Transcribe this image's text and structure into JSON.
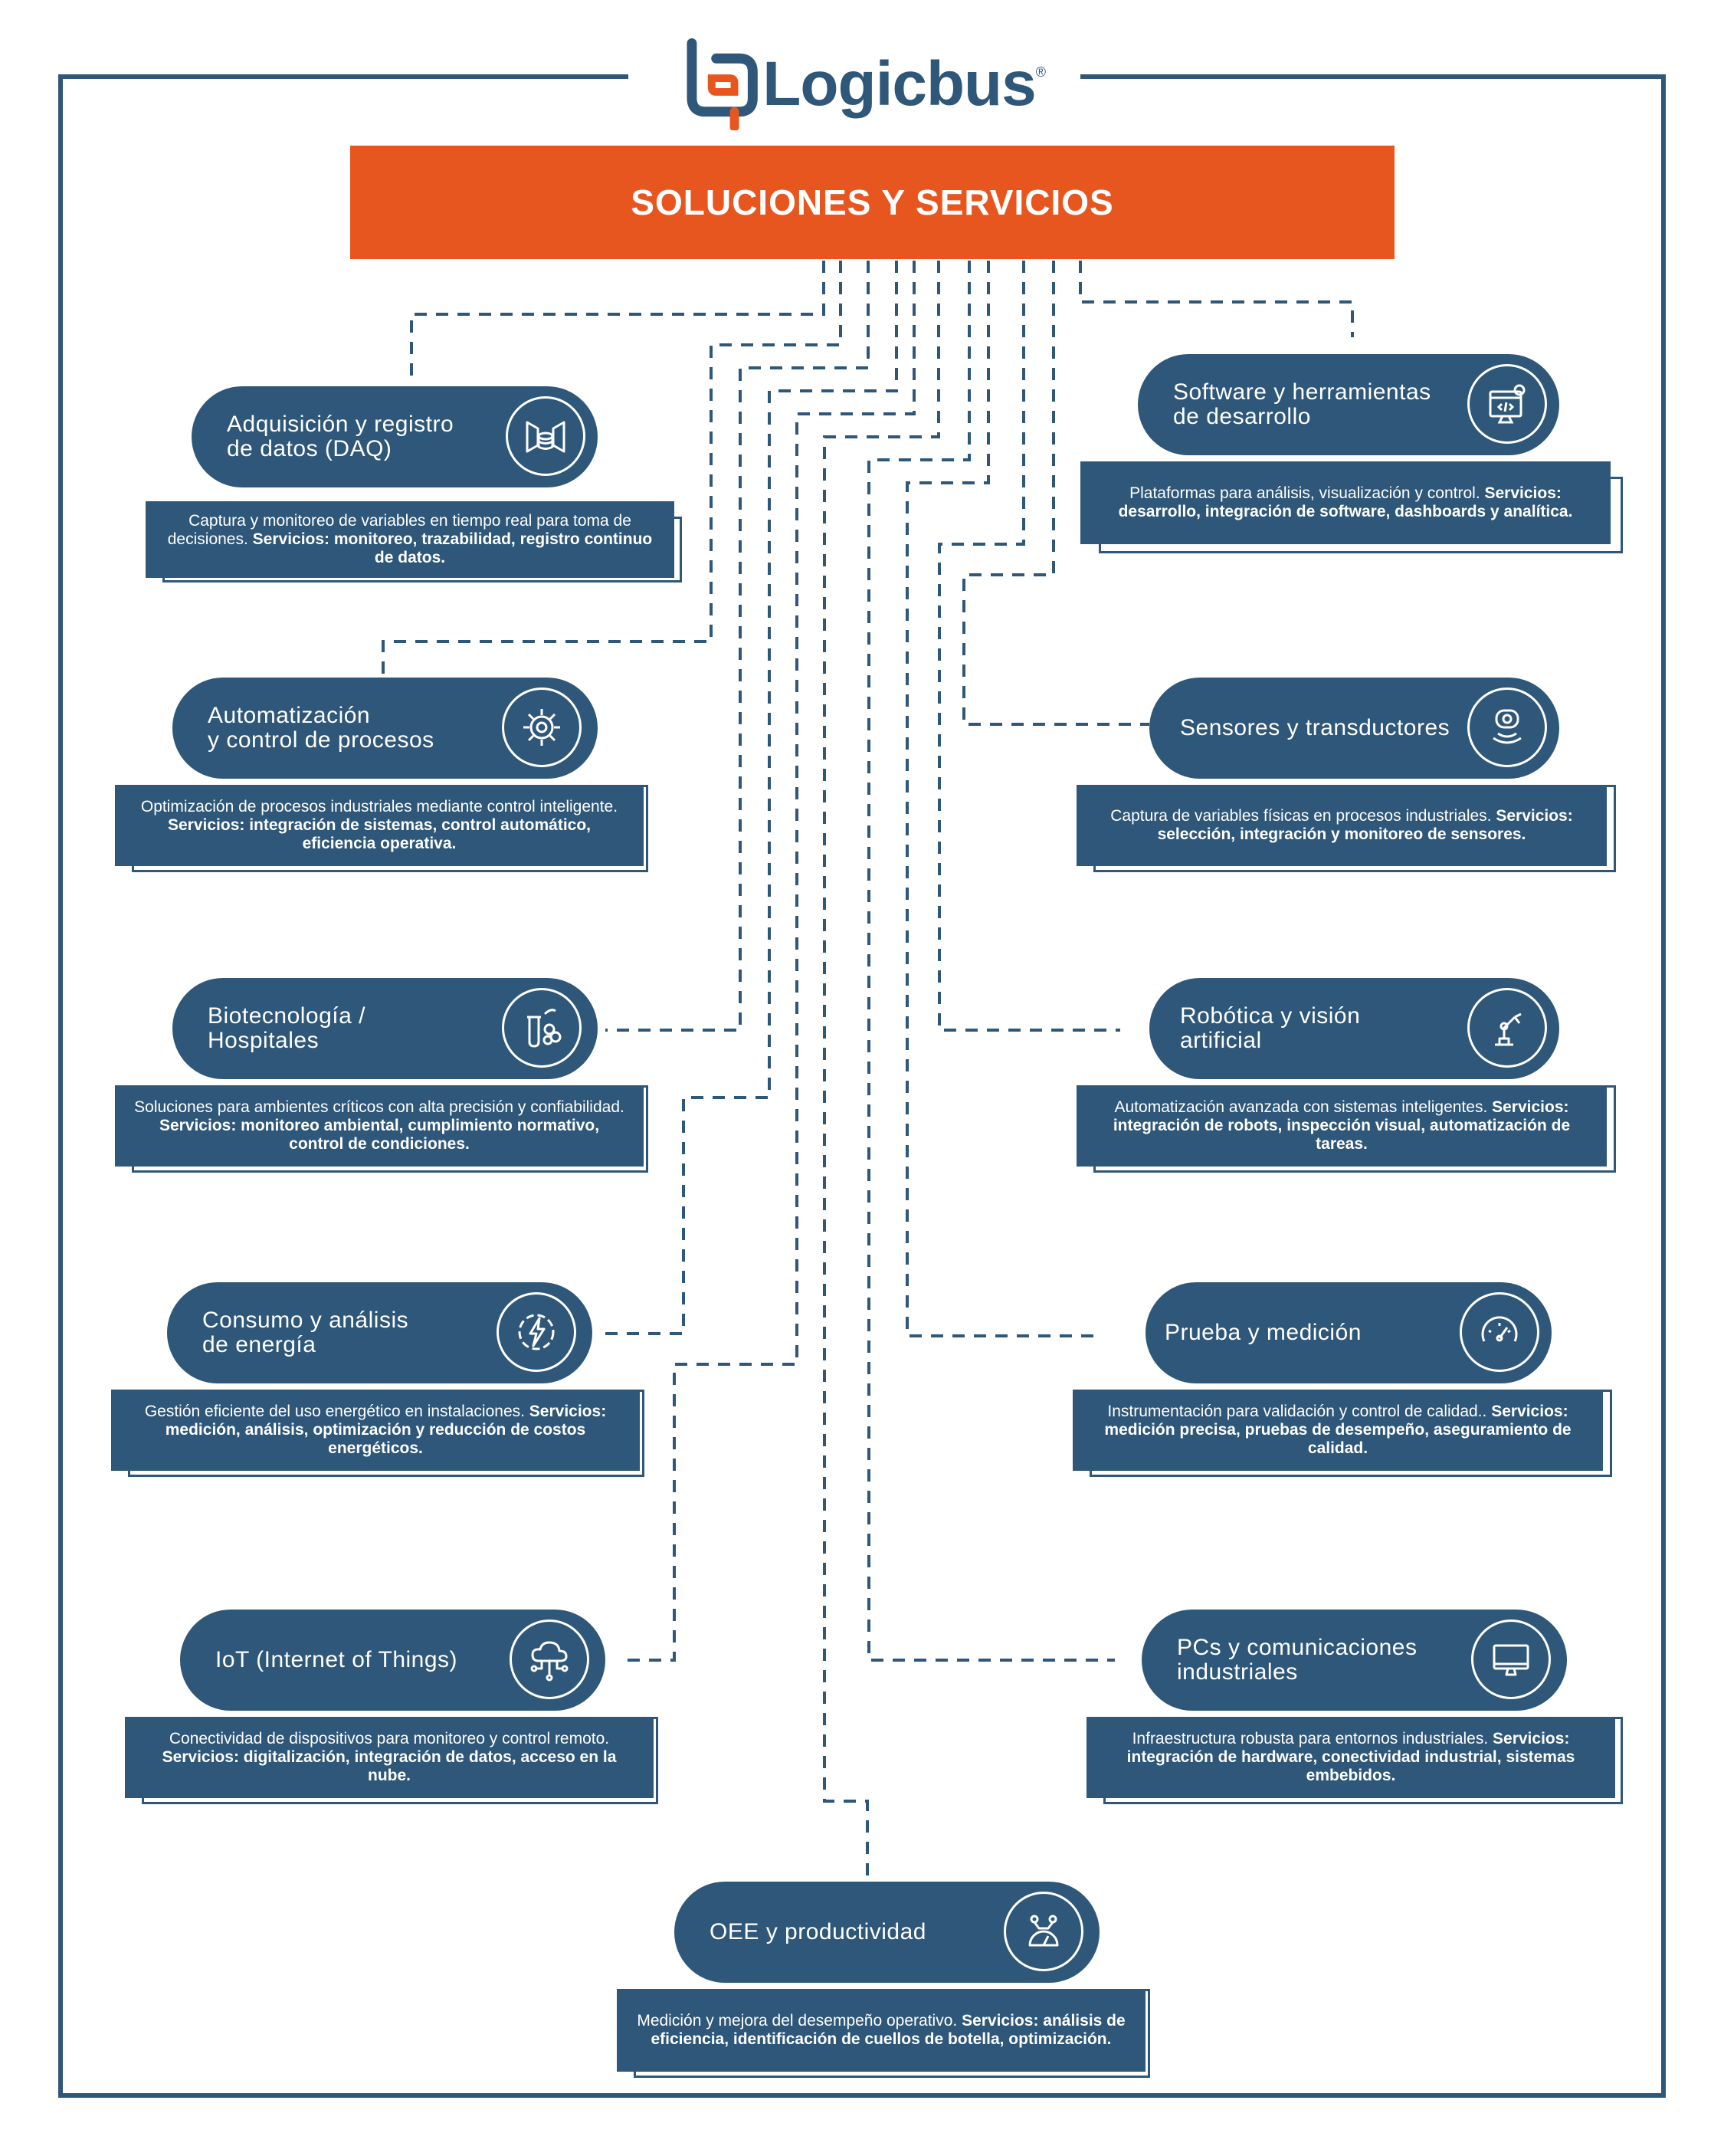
{
  "brand": {
    "name": "Logicbus",
    "registered_mark": "®"
  },
  "banner": {
    "title": "SOLUCIONES Y SERVICIOS"
  },
  "colors": {
    "primary": "#2e5779",
    "accent": "#e8561f",
    "background": "#ffffff"
  },
  "cards": [
    {
      "id": "daq",
      "title": "Adquisición y registro\nde datos (DAQ)",
      "icon": "data-acquisition-icon",
      "desc_plain": "Captura y monitoreo de variables en tiempo real para toma de decisiones. ",
      "desc_bold": "Servicios: monitoreo, trazabilidad, registro continuo de datos."
    },
    {
      "id": "software",
      "title": "Software y herramientas\nde desarrollo",
      "icon": "software-code-icon",
      "desc_plain": "Plataformas para análisis, visualización y control. ",
      "desc_bold": "Servicios: desarrollo, integración de software, dashboards y analítica."
    },
    {
      "id": "automation",
      "title": "Automatización\ny control de procesos",
      "icon": "gear-icon",
      "desc_plain": "Optimización de procesos industriales mediante control inteligente. ",
      "desc_bold": "Servicios: integración de sistemas, control automático, eficiencia operativa."
    },
    {
      "id": "sensors",
      "title": "Sensores y transductores",
      "icon": "sensor-icon",
      "desc_plain": "Captura de variables físicas en procesos industriales. ",
      "desc_bold": "Servicios: selección, integración y monitoreo de sensores."
    },
    {
      "id": "biotech",
      "title": "Biotecnología /\nHospitales",
      "icon": "lab-flask-icon",
      "desc_plain": "Soluciones para ambientes críticos con alta precisión y confiabilidad. ",
      "desc_bold": "Servicios: monitoreo ambiental, cumplimiento normativo, control de condiciones."
    },
    {
      "id": "robotics",
      "title": "Robótica y visión\nartificial",
      "icon": "robot-arm-icon",
      "desc_plain": "Automatización avanzada con sistemas inteligentes. ",
      "desc_bold": "Servicios: integración de robots, inspección visual, automatización de tareas."
    },
    {
      "id": "energy",
      "title": "Consumo y análisis\nde energía",
      "icon": "energy-bolt-icon",
      "desc_plain": "Gestión eficiente del uso energético en instalaciones. ",
      "desc_bold": "Servicios: medición, análisis, optimización y reducción de costos energéticos."
    },
    {
      "id": "testing",
      "title": "Prueba y medición",
      "icon": "gauge-icon",
      "desc_plain": "Instrumentación para validación y control de calidad.. ",
      "desc_bold": "Servicios: medición precisa, pruebas de desempeño, aseguramiento de calidad."
    },
    {
      "id": "iot",
      "title": "IoT (Internet of Things)",
      "icon": "cloud-network-icon",
      "desc_plain": "Conectividad de dispositivos para monitoreo y control remoto. ",
      "desc_bold": "Servicios: digitalización, integración de datos, acceso en la nube."
    },
    {
      "id": "pcs",
      "title": "PCs y comunicaciones\nindustriales",
      "icon": "monitor-icon",
      "desc_plain": "Infraestructura robusta para entornos industriales. ",
      "desc_bold": "Servicios: integración de hardware, conectividad industrial, sistemas embebidos."
    },
    {
      "id": "oee",
      "title": "OEE y productividad",
      "icon": "productivity-gauge-icon",
      "desc_plain": "Medición y mejora del desempeño operativo. ",
      "desc_bold": "Servicios: análisis de eficiencia, identificación de cuellos de botella, optimización."
    }
  ]
}
